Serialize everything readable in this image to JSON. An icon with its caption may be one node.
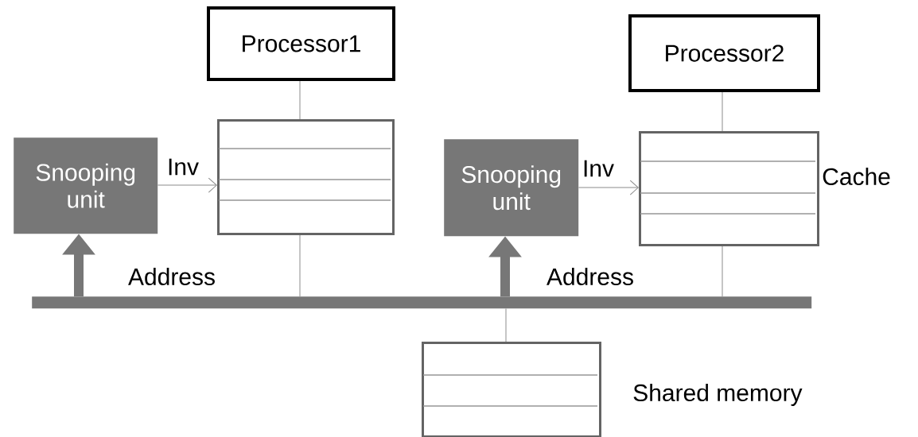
{
  "diagram": {
    "nodes": [
      {
        "text": [
          "Processor1"
        ]
      },
      {
        "text": [],
        "shape": "box"
      },
      {
        "text": [
          "Snooping unit"
        ]
      },
      {
        "text": [
          "Processor2"
        ]
      },
      {
        "text": [],
        "shape": "box",
        "beside": [
          "Cache"
        ]
      },
      {
        "text": [
          "Snooping unit"
        ]
      },
      {
        "text": [],
        "shape": "bar"
      },
      {
        "text": [],
        "shape": "box",
        "beside": [
          "Shared memory"
        ]
      }
    ],
    "edges": [
      {
        "from": 0,
        "to": 1,
        "arrow": "none"
      },
      {
        "from": 2,
        "to": 1,
        "arrow": "to",
        "label": "Inv"
      },
      {
        "from": 1,
        "to": 6,
        "arrow": "none"
      },
      {
        "from": 6,
        "to": 2,
        "arrow": "to",
        "style": "thick",
        "label": "Address"
      },
      {
        "from": 3,
        "to": 4,
        "arrow": "none"
      },
      {
        "from": 5,
        "to": 4,
        "arrow": "to",
        "label": "Inv"
      },
      {
        "from": 4,
        "to": 6,
        "arrow": "none"
      },
      {
        "from": 6,
        "to": 5,
        "arrow": "to",
        "style": "thick",
        "label": "Address"
      },
      {
        "from": 6,
        "to": 7,
        "arrow": "none"
      }
    ]
  }
}
